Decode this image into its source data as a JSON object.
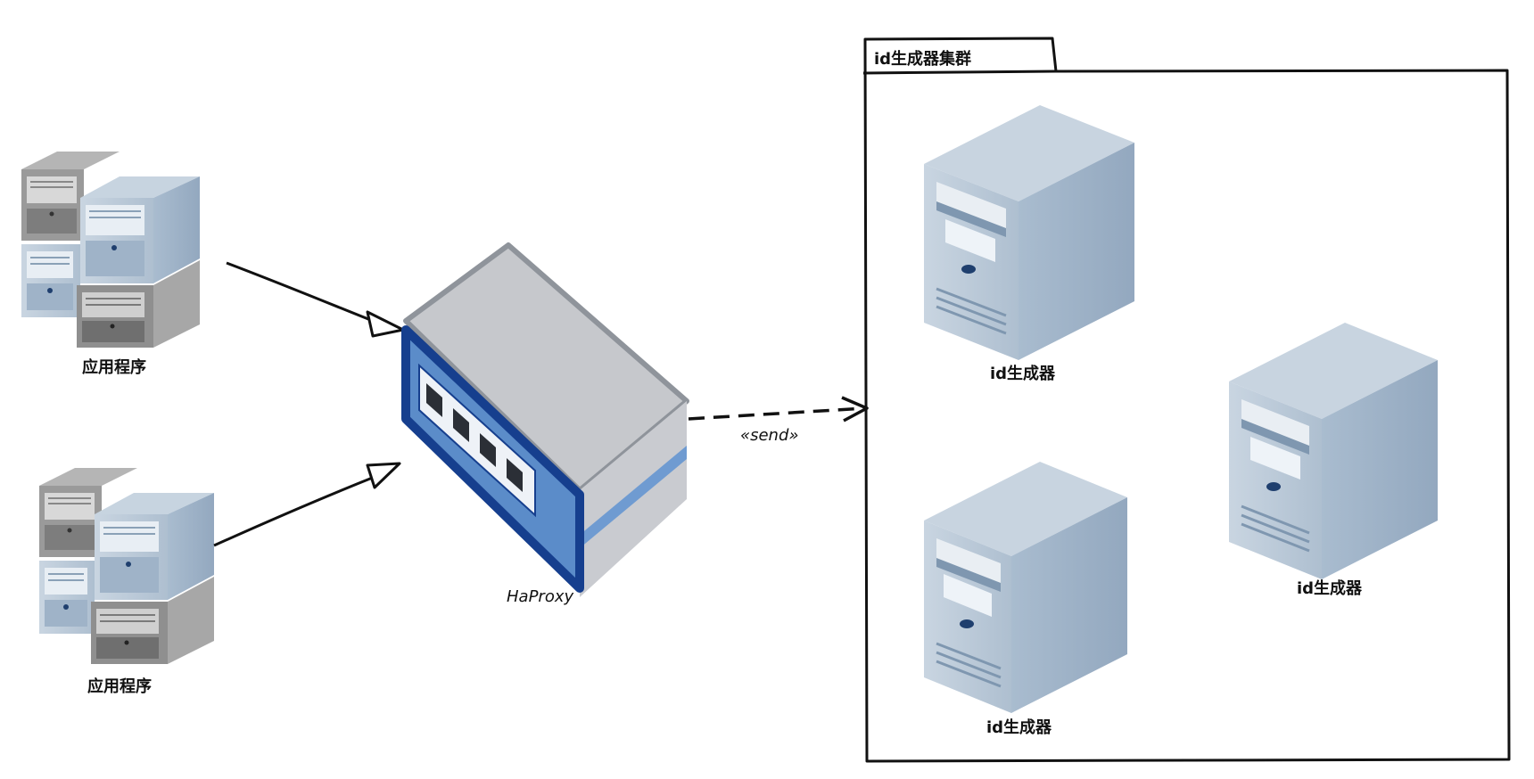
{
  "cluster": {
    "title": "id生成器集群"
  },
  "apps": [
    {
      "label": "应用程序"
    },
    {
      "label": "应用程序"
    }
  ],
  "proxy": {
    "label": "HaProxy"
  },
  "edge": {
    "stereotype": "«send»"
  },
  "generators": [
    {
      "label": "id生成器"
    },
    {
      "label": "id生成器"
    },
    {
      "label": "id生成器"
    }
  ],
  "colors": {
    "server_blue": "#a9bccf",
    "server_gray": "#8c8c8c",
    "switch_blue": "#1f4e9c",
    "stroke": "#111111"
  }
}
